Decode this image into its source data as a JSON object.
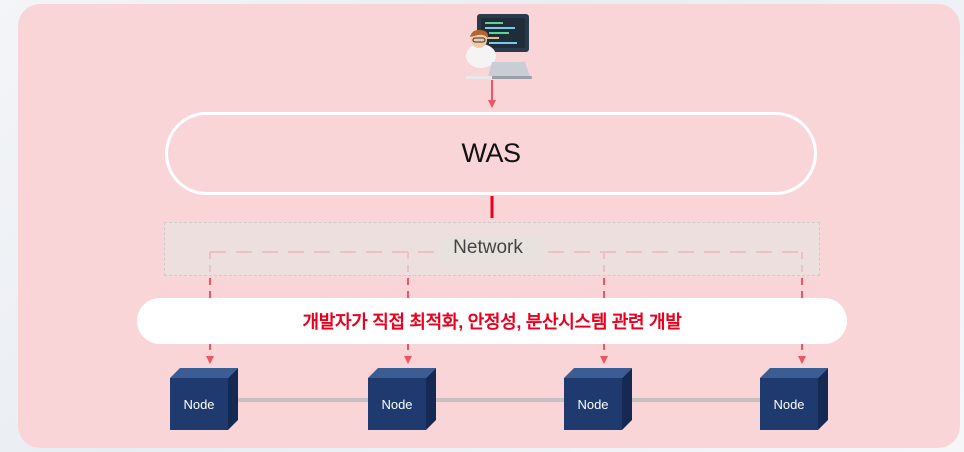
{
  "diagram": {
    "top_component": "WAS",
    "network_label": "Network",
    "banner_text": "개발자가 직접 최적화, 안정성, 분산시스템 관련 개발",
    "nodes": [
      {
        "label": "Node"
      },
      {
        "label": "Node"
      },
      {
        "label": "Node"
      },
      {
        "label": "Node"
      }
    ],
    "user_icon": "developer-at-laptop-icon",
    "node_icon": "cube-server-icon"
  },
  "colors": {
    "panel_background": "#fad5d8",
    "arrow": "#f2545f",
    "banner_text": "#e8001e",
    "node_fill": "#1e3a6e",
    "network_fill": "#e8e2de"
  }
}
